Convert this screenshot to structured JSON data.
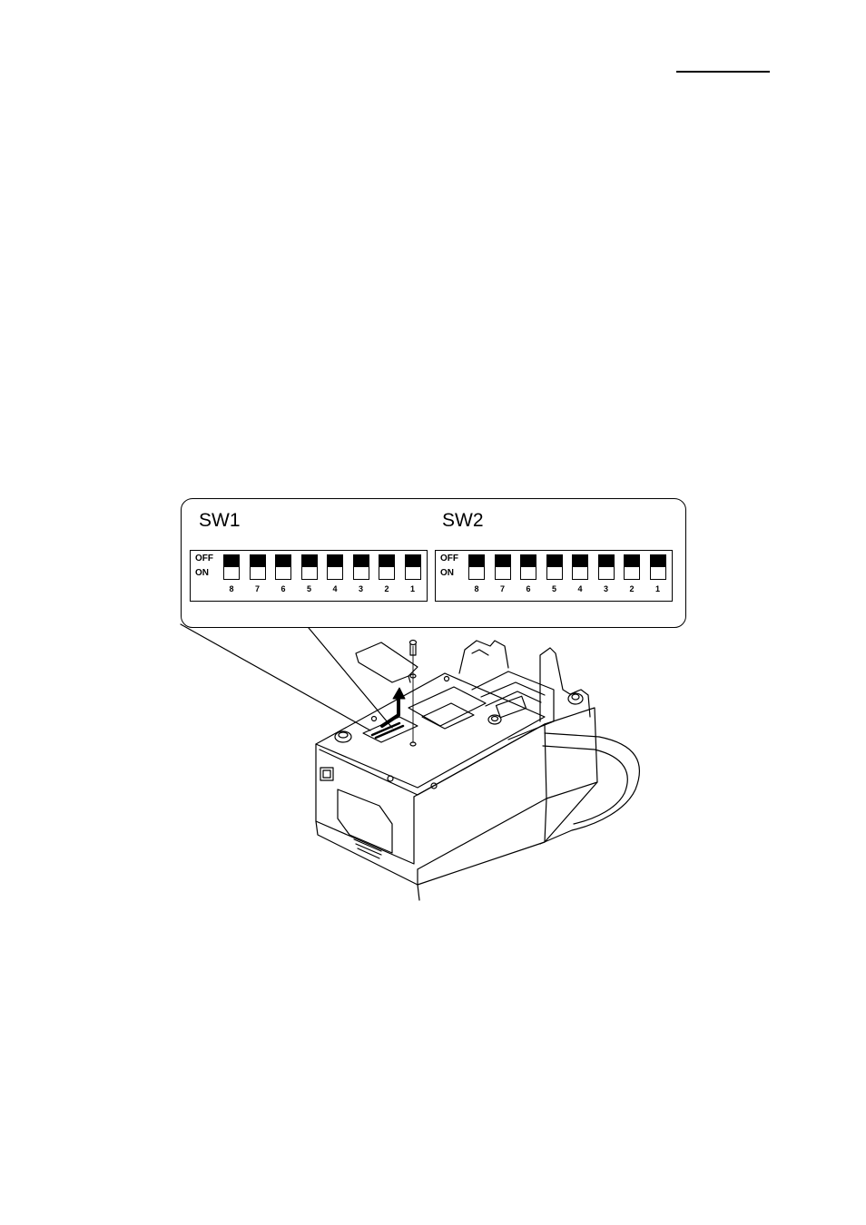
{
  "switch_panels": [
    {
      "id": "sw1",
      "title": "SW1",
      "off_label": "OFF",
      "on_label": "ON",
      "switches": [
        {
          "number": "8",
          "position": "OFF"
        },
        {
          "number": "7",
          "position": "OFF"
        },
        {
          "number": "6",
          "position": "OFF"
        },
        {
          "number": "5",
          "position": "OFF"
        },
        {
          "number": "4",
          "position": "OFF"
        },
        {
          "number": "3",
          "position": "OFF"
        },
        {
          "number": "2",
          "position": "OFF"
        },
        {
          "number": "1",
          "position": "OFF"
        }
      ]
    },
    {
      "id": "sw2",
      "title": "SW2",
      "off_label": "OFF",
      "on_label": "ON",
      "switches": [
        {
          "number": "8",
          "position": "OFF"
        },
        {
          "number": "7",
          "position": "OFF"
        },
        {
          "number": "6",
          "position": "OFF"
        },
        {
          "number": "5",
          "position": "OFF"
        },
        {
          "number": "4",
          "position": "OFF"
        },
        {
          "number": "3",
          "position": "OFF"
        },
        {
          "number": "2",
          "position": "OFF"
        },
        {
          "number": "1",
          "position": "OFF"
        }
      ]
    }
  ]
}
